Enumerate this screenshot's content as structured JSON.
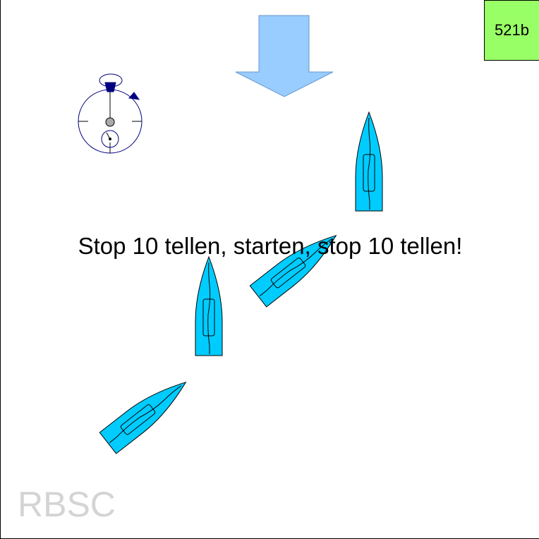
{
  "slide": {
    "id_label": "521b",
    "caption": "Stop 10 tellen, starten, stop 10 tellen!",
    "watermark": "RBSC"
  },
  "colors": {
    "badge": "#99ff66",
    "wind_arrow": "#99ccff",
    "hull": "#00ccff",
    "stopwatch": "#000080",
    "watermark": "#d4d4d4"
  },
  "icons": [
    "wind-arrow-icon",
    "stopwatch-icon",
    "boat-icon"
  ]
}
